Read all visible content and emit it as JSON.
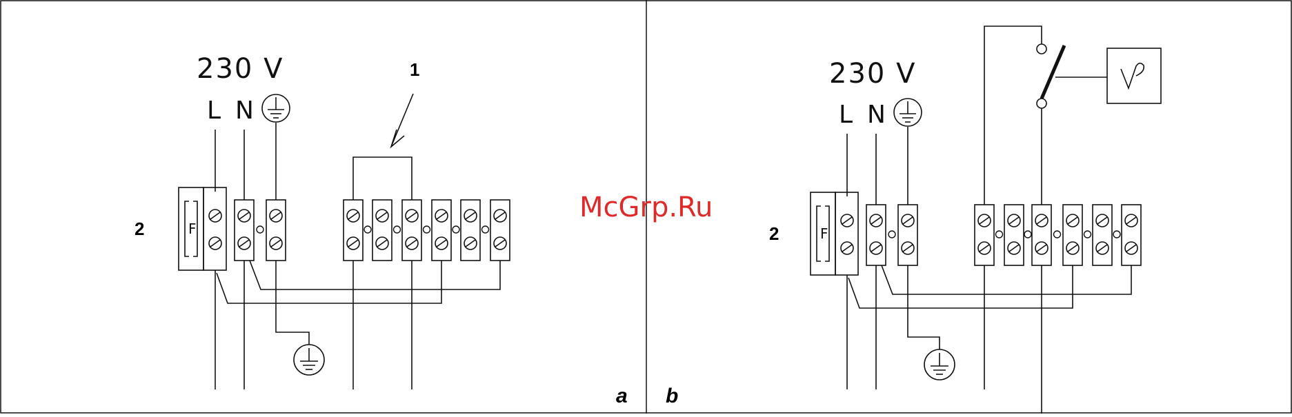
{
  "watermark": "McGrp.Ru",
  "panels": [
    {
      "id": "a",
      "letter": "a",
      "voltage": "230 V",
      "terminals": {
        "line": "L",
        "neutral": "N"
      },
      "component_label": "2",
      "callout_label": "1",
      "fuse_label": "F"
    },
    {
      "id": "b",
      "letter": "b",
      "voltage": "230 V",
      "terminals": {
        "line": "L",
        "neutral": "N"
      },
      "component_label": "2",
      "fuse_label": "F"
    }
  ],
  "icons": {
    "ground": "earth-ground-icon",
    "switch": "switch-icon",
    "thermostat": "thermostat-icon"
  }
}
